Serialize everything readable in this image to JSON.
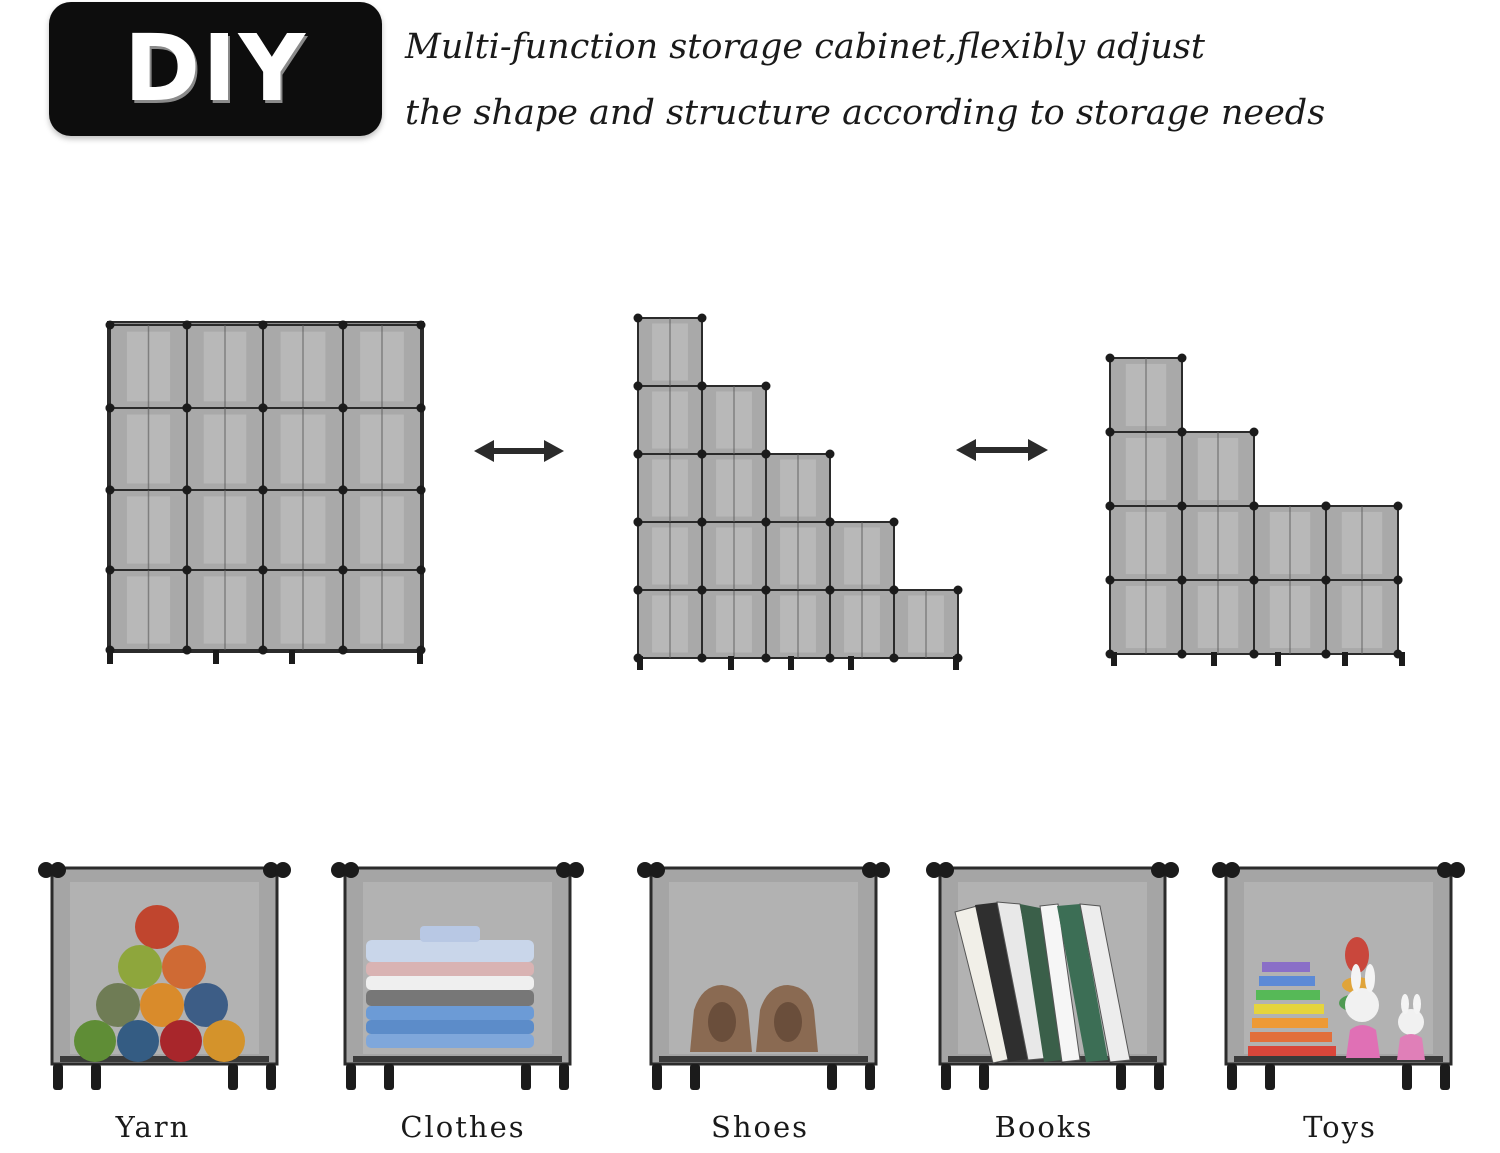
{
  "badge": {
    "text": "DIY"
  },
  "headline": {
    "line1": "Multi-function storage cabinet,flexibly adjust",
    "line2": "the shape and structure according to storage needs"
  },
  "configurations": [
    {
      "name": "4x4 grid"
    },
    {
      "name": "staircase 5 steps"
    },
    {
      "name": "staircase 3 steps"
    }
  ],
  "uses": [
    {
      "label": "Yarn",
      "icon": "yarn-balls-icon"
    },
    {
      "label": "Clothes",
      "icon": "folded-shirts-icon"
    },
    {
      "label": "Shoes",
      "icon": "shoes-icon"
    },
    {
      "label": "Books",
      "icon": "books-icon"
    },
    {
      "label": "Toys",
      "icon": "toys-icon"
    }
  ],
  "colors": {
    "panel": "#a9a9a9",
    "frame": "#2b2b2b",
    "badge": "#0d0d0d"
  }
}
